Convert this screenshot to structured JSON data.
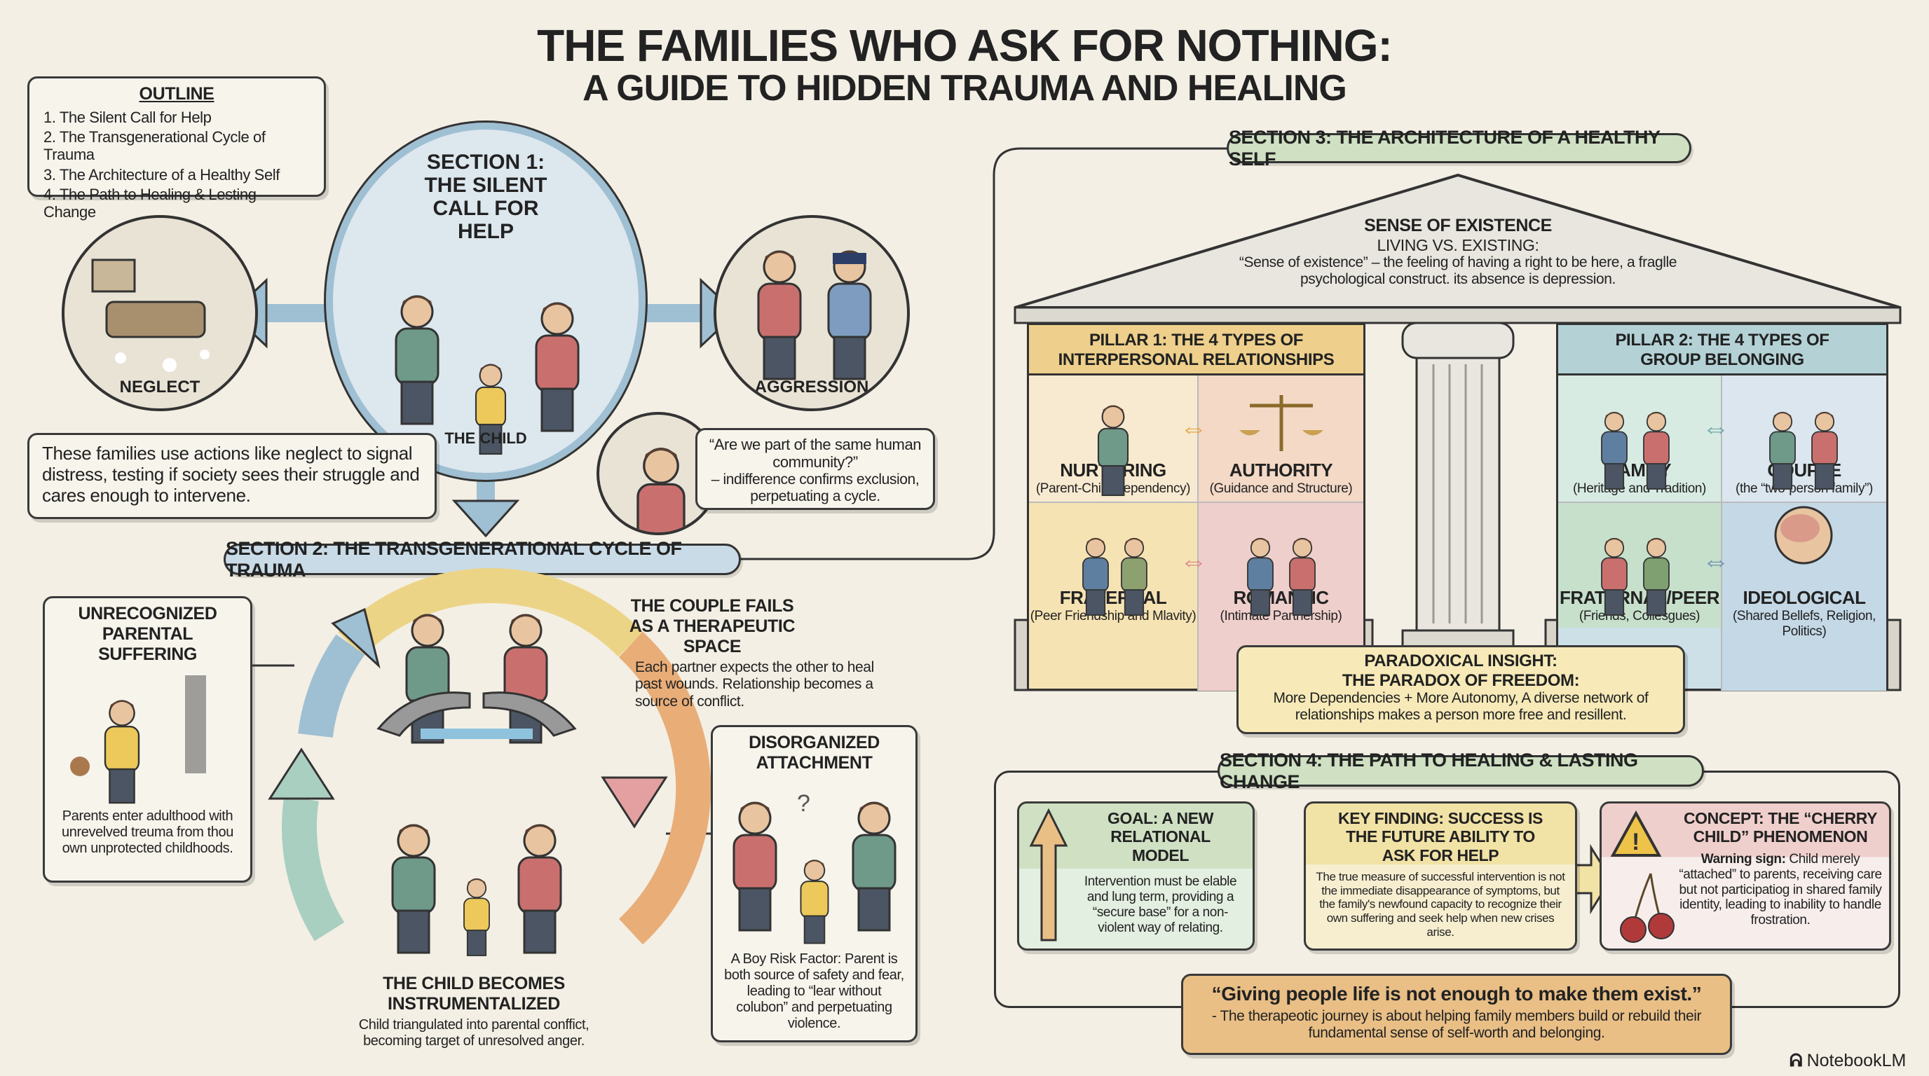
{
  "title": {
    "line1": "THE FAMILIES WHO ASK FOR NOTHING:",
    "line2": "A GUIDE TO HIDDEN TRAUMA AND HEALING"
  },
  "outline": {
    "heading": "OUTLINE",
    "items": [
      "1. The Silent Call for Help",
      "2. The Transgenerational Cycle of Trauma",
      "3. The Architecture of a Healthy Self",
      "4. The Path to Healing & Lesting Change"
    ]
  },
  "section1": {
    "title": "SECTION 1: THE SILENT CALL FOR HELP",
    "child_label": "THE CHILD",
    "neglect": "NEGLECT",
    "aggression": "AGGRESSION",
    "description": "These families use actions like neglect to signal distress, testing if society sees their struggle and cares enough to intervene.",
    "quote": "“Are we part of the same human community?”",
    "quote_note": "– indifference confirms exclusion, perpetuating a cycle."
  },
  "section2": {
    "title": "SECTION 2: THE TRANSGENERATIONAL CYCLE OF TRAUMA",
    "unrecognized": {
      "heading": "UNRECOGNIZED PARENTAL SUFFERING",
      "text": "Parents enter adulthood with unrevelved treuma from thou own unprotected childhoods."
    },
    "couple": {
      "heading": "THE COUPLE FAILS AS A THERAPEUTIC SPACE",
      "text": "Each partner expects the other to heal past wounds. Relationship becomes a source of conflict."
    },
    "disorganized": {
      "heading": "DISORGANIZED ATTACHMENT",
      "text": "A Boy Risk Factor: Parent is both source of safety and fear, leading to “lear without colubon” and perpetuating violence."
    },
    "child": {
      "heading": "THE CHILD BECOMES INSTRUMENTALIZED",
      "text": "Child triangulated into parental conffict, becoming target of unresolved anger."
    }
  },
  "section3": {
    "title": "SECTION 3: THE ARCHITECTURE OF A HEALTHY SELF",
    "roof": {
      "heading": "SENSE OF EXISTENCE",
      "sub": "LIVING VS. EXISTING:",
      "text": "“Sense of existence” – the feeling of having a right to be here, a fraglle psychological construct. its absence is depression."
    },
    "pillar1": {
      "title": "PILLAR 1: THE 4 TYPES OF INTERPERSONAL RELATIONSHIPS",
      "cells": [
        {
          "h": "NURTURING",
          "s": "(Parent-Child Dependency)"
        },
        {
          "h": "AUTHORITY",
          "s": "(Guidance and Structure)"
        },
        {
          "h": "FRATERNAL",
          "s": "(Peer Friendship and Mlavity)"
        },
        {
          "h": "ROMANTIC",
          "s": "(Intimate Partnership)"
        }
      ]
    },
    "pillar2": {
      "title": "PILLAR 2: THE 4 TYPES OF GROUP BELONGING",
      "cells": [
        {
          "h": "FAMILY",
          "s": "(Heritage and Tradition)"
        },
        {
          "h": "COUPLE",
          "s": "(the “two-person family”)"
        },
        {
          "h": "FRATERNAL/PEER",
          "s": "(Friends, Collesgues)"
        },
        {
          "h": "IDEOLOGICAL",
          "s": "(Shared Bellefs, Religion, Politics)"
        }
      ]
    },
    "paradox": {
      "heading": "PARADOXICAL INSIGHT:",
      "sub": "THE PARADOX OF FREEDOM:",
      "text": "More Dependencies + More Autonomy, A diverse network of relationships makes a person more free and resillent."
    }
  },
  "section4": {
    "title": "SECTION 4: THE PATH TO HEALING & LASTING CHANGE",
    "goal": {
      "heading": "GOAL: A NEW RELATIONAL MODEL",
      "text": "Intervention must be elable and lung term, providing a “secure base” for a non-violent way of relating."
    },
    "finding": {
      "heading": "KEY FINDING: SUCCESS IS THE FUTURE ABILITY TO ASK FOR HELP",
      "text": "The true measure of successful intervention is not the immediate disappearance of symptoms, but the family's newfound capacity to recognize their own suffering and seek help when new crises arise."
    },
    "concept": {
      "heading": "CONCEPT: THE “CHERRY CHILD” PHENOMENON",
      "warn": "Warning sign:",
      "text": " Child merely “attached” to parents, receiving care but not participatiog in shared family identity, leading to inability to handle frostration."
    },
    "quote": "“Giving people life is not enough to make them exist.”",
    "quote_note": "- The therapeotic journey is about helping family members build or rebuild their fundamental sense of self-worth and belonging."
  },
  "brand": "NotebookLM",
  "colors": {
    "background": "#f3efe4",
    "blue": "#c9dbe6",
    "green": "#cfe0c3",
    "yellow": "#f1e2a6",
    "pink": "#efcfcc",
    "orange": "#e9bf86"
  }
}
